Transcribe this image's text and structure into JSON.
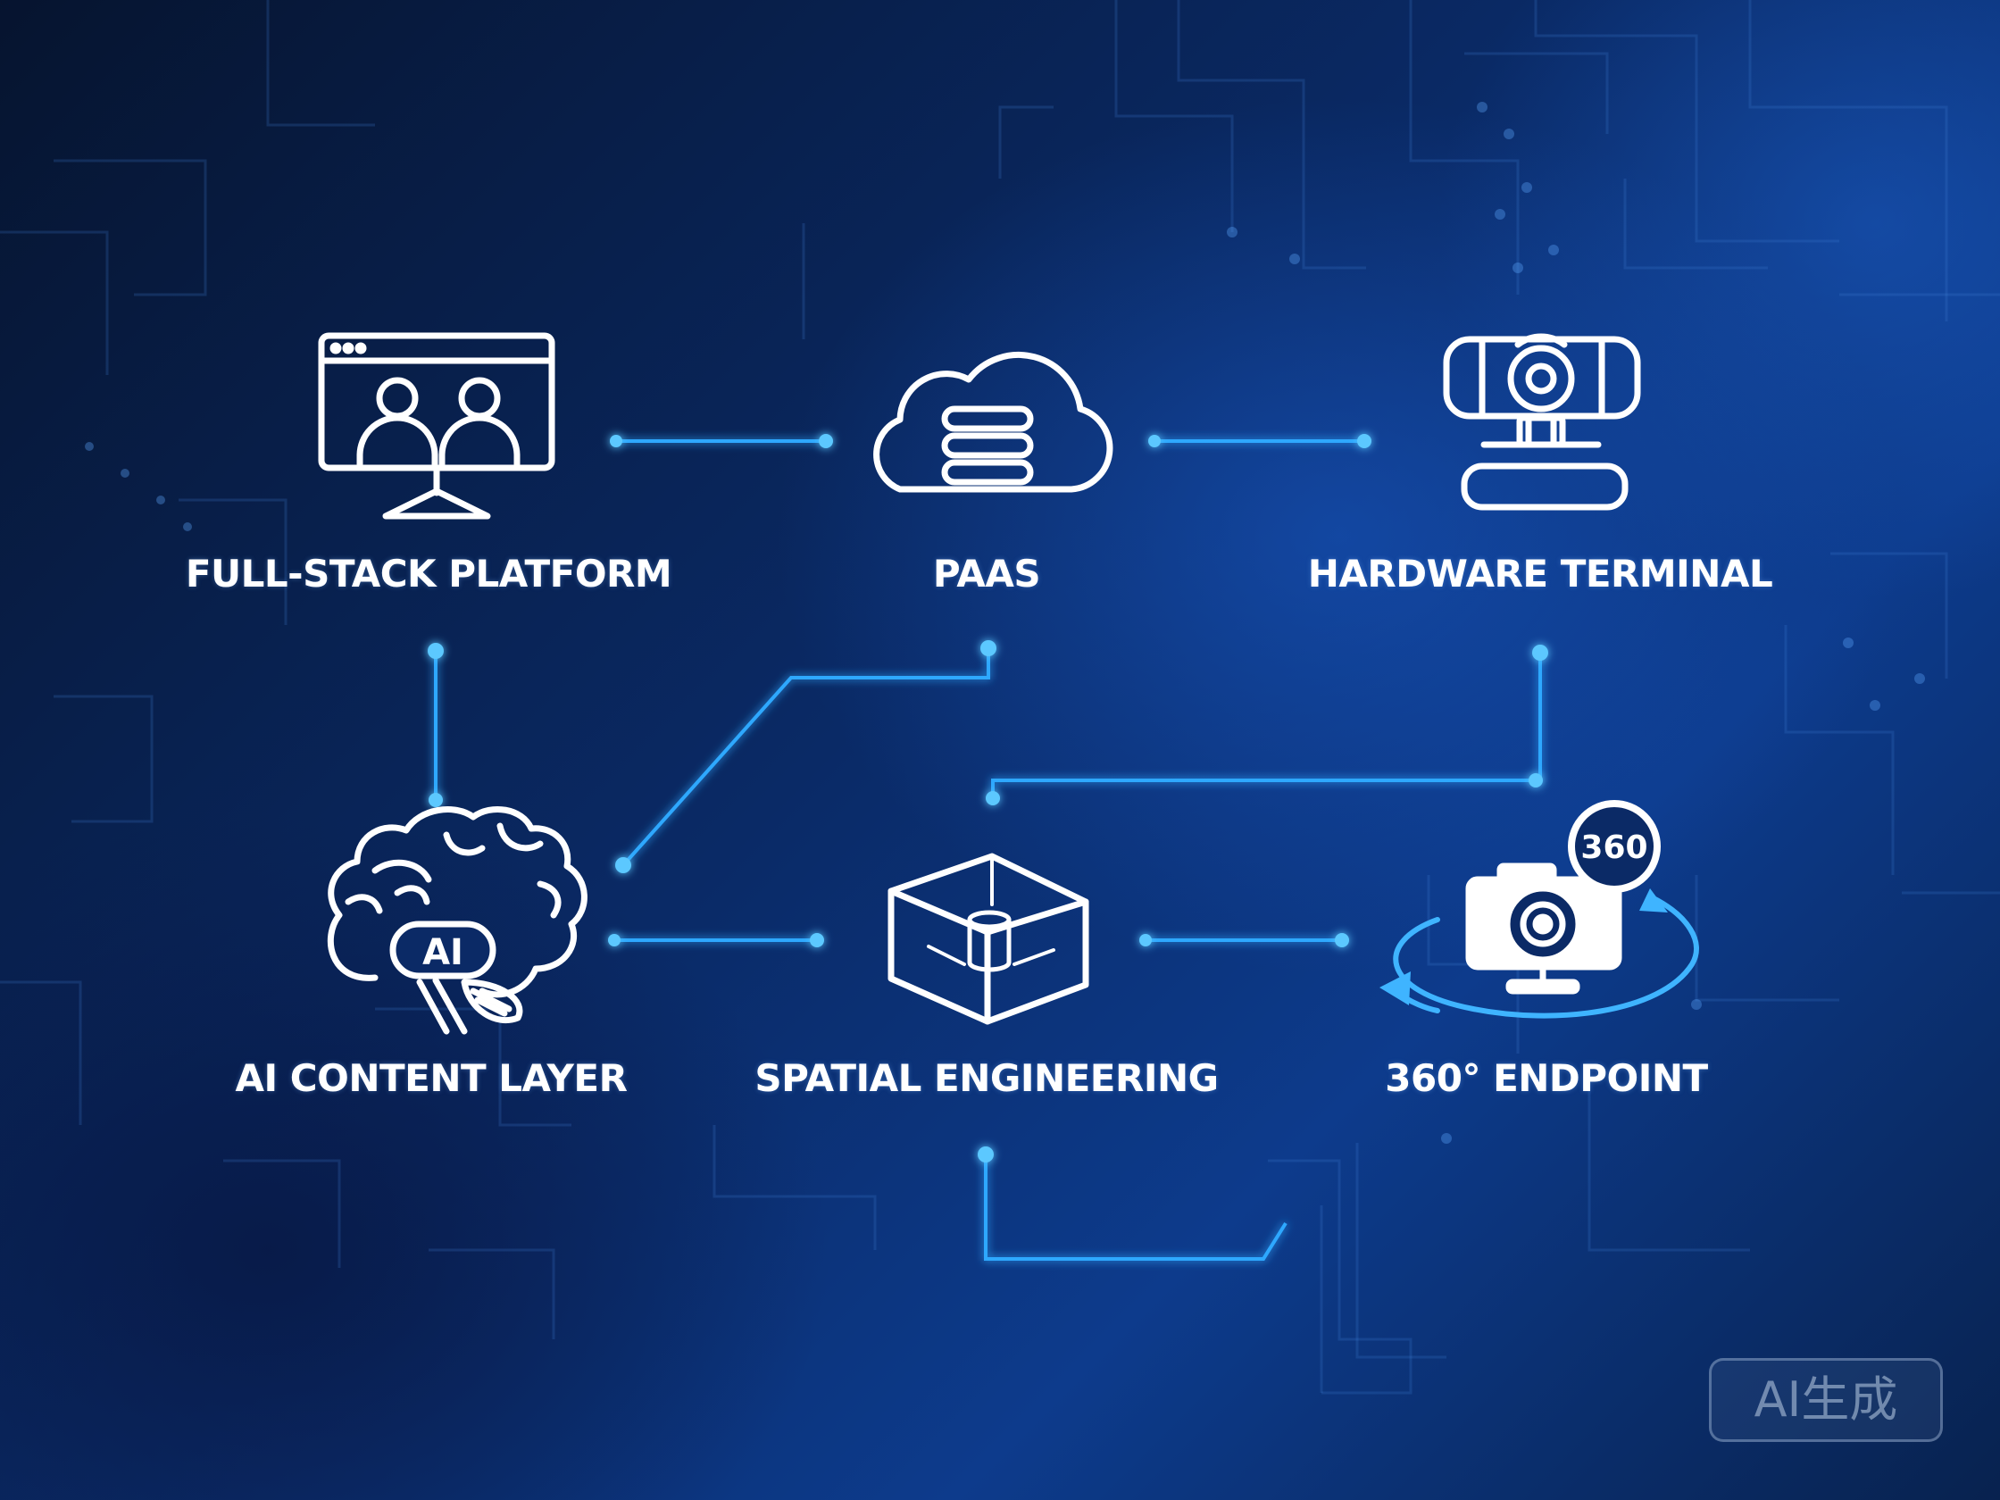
{
  "colors": {
    "background_dark": "#071633",
    "background_mid": "#0d3b8c",
    "connector": "#2fa8ff",
    "connector_glow": "#5cc8ff",
    "icon_stroke": "#ffffff",
    "label_text": "#ffffff"
  },
  "nodes": [
    {
      "id": "full-stack-platform",
      "label": "FULL-STACK PLATFORM",
      "icon": "monitor-users-icon"
    },
    {
      "id": "paas",
      "label": "PAAS",
      "icon": "cloud-database-icon"
    },
    {
      "id": "hardware-terminal",
      "label": "HARDWARE TERMINAL",
      "icon": "webcam-icon"
    },
    {
      "id": "ai-content-layer",
      "label": "AI CONTENT LAYER",
      "icon": "ai-brain-icon",
      "icon_text": "AI"
    },
    {
      "id": "spatial-engineering",
      "label": "SPATIAL ENGINEERING",
      "icon": "wireframe-cube-icon"
    },
    {
      "id": "endpoint-360",
      "label": "360° ENDPOINT",
      "icon": "camera-360-icon",
      "icon_text": "360"
    }
  ],
  "links": [
    {
      "from": "full-stack-platform",
      "to": "paas"
    },
    {
      "from": "paas",
      "to": "hardware-terminal"
    },
    {
      "from": "full-stack-platform",
      "to": "ai-content-layer"
    },
    {
      "from": "paas",
      "to": "ai-content-layer"
    },
    {
      "from": "hardware-terminal",
      "to": "spatial-engineering"
    },
    {
      "from": "ai-content-layer",
      "to": "spatial-engineering"
    },
    {
      "from": "spatial-engineering",
      "to": "endpoint-360"
    },
    {
      "from": "spatial-engineering",
      "to": "bottom-trace"
    }
  ],
  "watermark": "AI生成"
}
